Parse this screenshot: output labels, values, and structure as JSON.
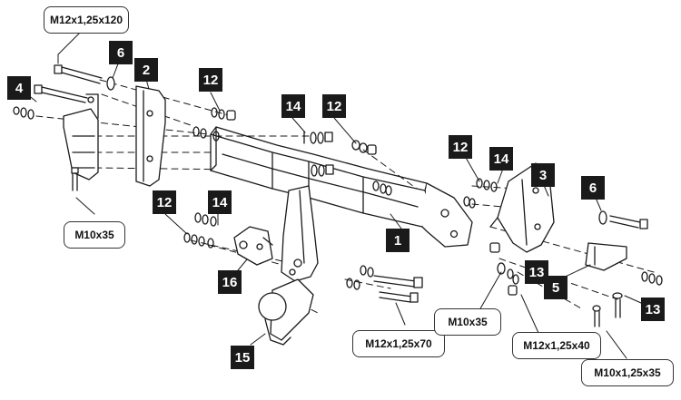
{
  "part_numbers": {
    "p1": "1",
    "p2": "2",
    "p3": "3",
    "p4": "4",
    "p5": "5",
    "p6_left": "6",
    "p6_right": "6",
    "p12_top_left": "12",
    "p12_top_mid": "12",
    "p12_right": "12",
    "p12_lower_left": "12",
    "p13_mid": "13",
    "p13_right": "13",
    "p14_top": "14",
    "p14_right": "14",
    "p14_lower": "14",
    "p15": "15",
    "p16": "16"
  },
  "bolt_specs": {
    "top_left": "M12x1,25x120",
    "left": "M10x35",
    "center": "M12x1,25x70",
    "mid_right": "M10x35",
    "lower_right": "M12x1,25x40",
    "bottom_right": "M10x1,25x35"
  },
  "colors": {
    "line": "#1a1a1a",
    "badge": "#1a1a1a",
    "badge_text": "#ffffff",
    "tag_border": "#333333"
  }
}
